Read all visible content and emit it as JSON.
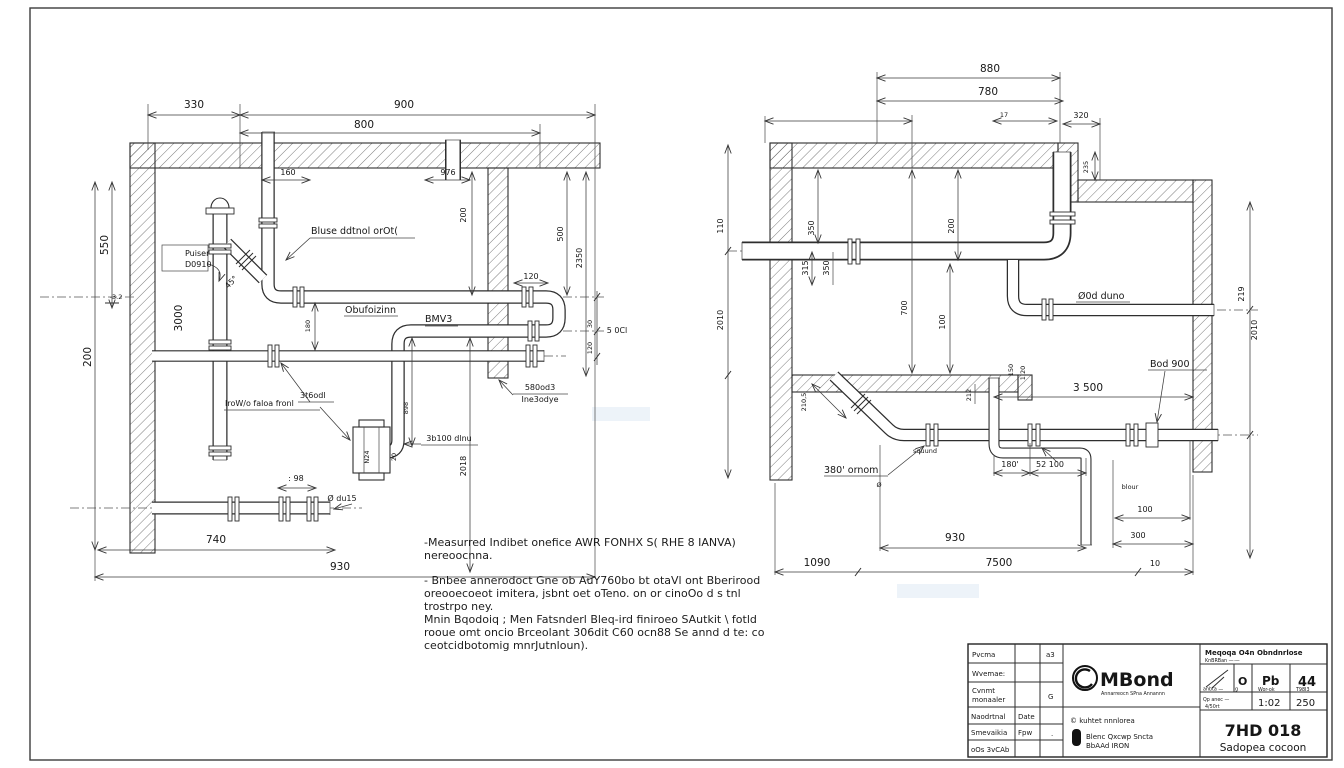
{
  "colors": {
    "ink": "#2e2e2e",
    "paper": "#ffffff",
    "watermark": "#dbe7f4"
  },
  "lv": {
    "t330": "330",
    "t900": "900",
    "t800": "800",
    "t160": "160",
    "t976": "976",
    "t200r": "200",
    "t550": "550",
    "t200l": "200",
    "tm32": "-3.2",
    "t3000": "3000",
    "tpuiser1": "Puiser",
    "tpuiser2": "D0910",
    "tbluse": "Bluse ddtnol orOt(",
    "tobuf": "Obufoizinn",
    "tbmv3": "BMV3",
    "t45": "45°",
    "t500": "500",
    "t2350": "2350",
    "t120a": "120",
    "t30": "30",
    "t120b": "120",
    "t50cl": "5 0Cl",
    "t180": "180",
    "t580a": "580od3",
    "t580b": "Ine3odye",
    "t3b100": "3b100 dlnu",
    "t898": "898",
    "t2018": "2018",
    "tirow": "IroW/o faloa fronl",
    "t3t6": "3t6odl",
    "tn24": "N24",
    "t20": "20",
    "t98": ": 98",
    "tdu15": "Ø du15",
    "t740": "740",
    "t930": "930"
  },
  "rv": {
    "t880": "880",
    "t780": "780",
    "t320": "320",
    "t17": "17",
    "t235": "235",
    "t110": "110",
    "t2010l": "2010",
    "t350a": "350",
    "t315": "315",
    "t350b": "350",
    "t200c": "200",
    "t700": "700",
    "t100c": "100",
    "texd": "Ø0d duno",
    "t219": "219",
    "t2010r": "2010",
    "tbod": "Bod 900",
    "t3500": "3 500",
    "t212": "212",
    "t2105": "210,5",
    "t380": "380' ornom",
    "tsq": "squund",
    "t0": "Ø",
    "t180r": "180'",
    "t52": "52 100",
    "tblr": "blour",
    "t150": "150",
    "t120s": "1,20",
    "t930": "930",
    "t300": "300",
    "t100r": "100",
    "t1090": "1090",
    "t7500": "7500",
    "t10": "10"
  },
  "notes": {
    "l1": "-Measurred Indibet onefice AWR FONHX S( RHE 8 IANVA)",
    "l2": "nereoocnna.",
    "l3": "- Bnbee annerodoct Gne ob AuY760bo bt otaVl ont Bberirood",
    "l4": "oreooecoeot imitera, jsbnt oet oTeno. on or cinoOo d s tnl",
    "l5": "trostrpo ney.",
    "l6": "Mnin Bqodoiq ; Men Fatsnderl Bleq-ird finiroeo SAutkit \\ fotld",
    "l7": "rooue omt oncio Brceolant 306dit C60 ocn88 Se annd d te: co",
    "l8": "ceotcidbotomig mnrJutnloun)."
  },
  "tb": {
    "r1l": "Pvcma",
    "r1v": "a3",
    "r2l": "Wvemae:",
    "r3l1": "Cvnmt",
    "r3l2": "monaaler",
    "r3v": "G",
    "r4l": "Naodrtnal",
    "r4m": "Date",
    "r5l": "Smevaikia",
    "r5m": "Fpw",
    "r5v": ".",
    "r6l": "oOs 3vCAb",
    "logo": "MBond",
    "tagline": "Annarreocn SPna Annannn",
    "mid1": "© kuhtet nnnlorea",
    "mid2": "Blenc Qxcwp Sncta",
    "mid3": "BbAAd IRON",
    "hdr": "Meqoqa O4n Obndnrlose",
    "hdr2": "KnBRBan —·—",
    "ca1t": "anbta —",
    "ca2": "O",
    "ca2b": "g",
    "ca3": "Pb",
    "ca3b": "Wor-ok",
    "ca4": "44",
    "ca4b": "T98I3",
    "cb1a": "Qp anec —",
    "cb1b": "4/50rt",
    "cb2": "1:02",
    "cb3": "250",
    "num": "7HD 018",
    "sub": "Sadopea cocoon"
  }
}
